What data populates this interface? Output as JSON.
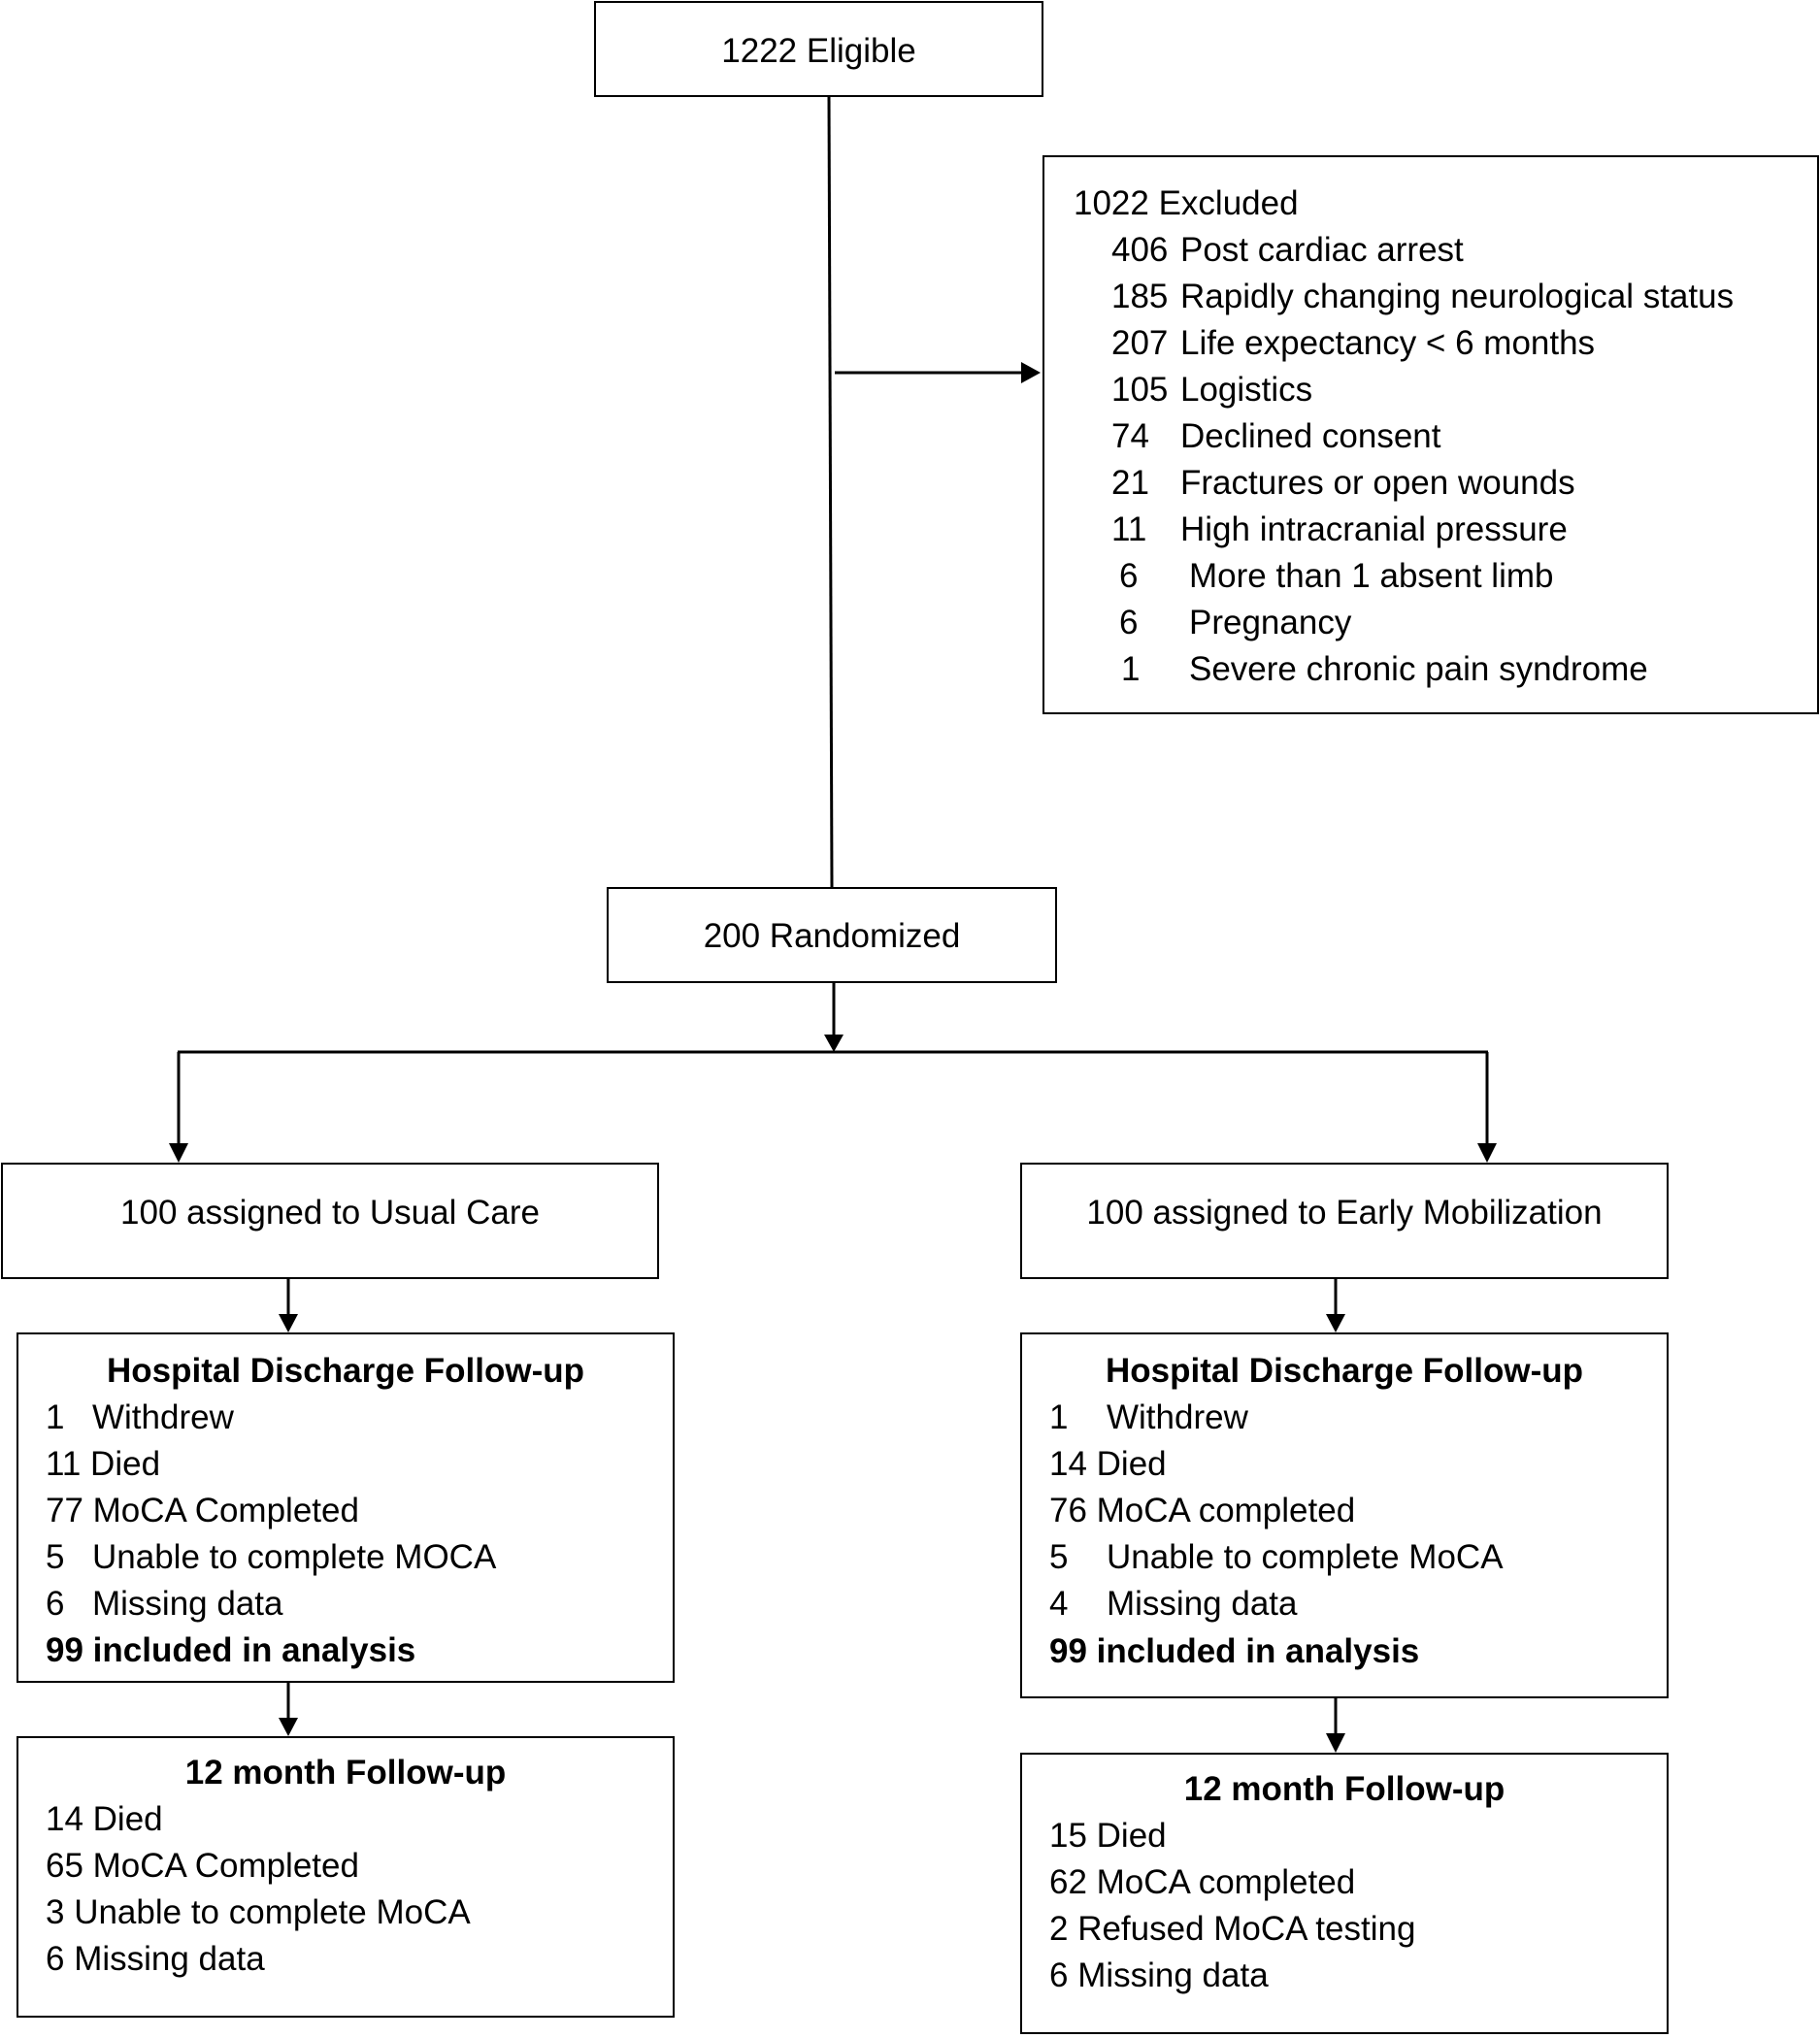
{
  "eligible": {
    "label": "1222 Eligible"
  },
  "excluded": {
    "header": "1022 Excluded",
    "items": [
      {
        "count": "406",
        "reason": "Post cardiac arrest"
      },
      {
        "count": "185",
        "reason": "Rapidly changing neurological status"
      },
      {
        "count": "207",
        "reason": "Life expectancy < 6 months"
      },
      {
        "count": "105",
        "reason": "Logistics"
      },
      {
        "count": "74",
        "reason": "Declined consent"
      },
      {
        "count": "21",
        "reason": "Fractures or open wounds"
      },
      {
        "count": "11",
        "reason": "High intracranial pressure"
      },
      {
        "count": "6",
        "reason": "More than 1 absent limb"
      },
      {
        "count": "6",
        "reason": "Pregnancy"
      },
      {
        "count": "1",
        "reason": "Severe chronic pain syndrome"
      }
    ]
  },
  "randomized": {
    "label": "200 Randomized"
  },
  "usual_care": {
    "assigned": "100 assigned to Usual Care",
    "discharge": {
      "title": "Hospital Discharge Follow-up",
      "withdrew": {
        "count": "1",
        "label": "Withdrew"
      },
      "died": "11 Died",
      "moca": "77 MoCA Completed",
      "unable": {
        "count": "5",
        "label": "Unable to complete MOCA"
      },
      "missing": {
        "count": "6",
        "label": "Missing data"
      },
      "analysis": "99 included in analysis"
    },
    "month12": {
      "title": "12 month Follow-up",
      "lines": [
        "14 Died",
        "65 MoCA Completed",
        "3 Unable to complete MoCA",
        "6 Missing data"
      ]
    }
  },
  "early_mobilization": {
    "assigned": "100 assigned to Early Mobilization",
    "discharge": {
      "title": "Hospital Discharge Follow-up",
      "withdrew": {
        "count": "1",
        "label": "Withdrew"
      },
      "died": "14 Died",
      "moca": "76 MoCA completed",
      "unable": {
        "count": "5",
        "label": "Unable to complete MoCA"
      },
      "missing": {
        "count": "4",
        "label": "Missing data"
      },
      "analysis": "99 included in analysis"
    },
    "month12": {
      "title": "12 month Follow-up",
      "lines": [
        "15 Died",
        "62 MoCA completed",
        "2 Refused MoCA testing",
        "6 Missing data"
      ]
    }
  }
}
